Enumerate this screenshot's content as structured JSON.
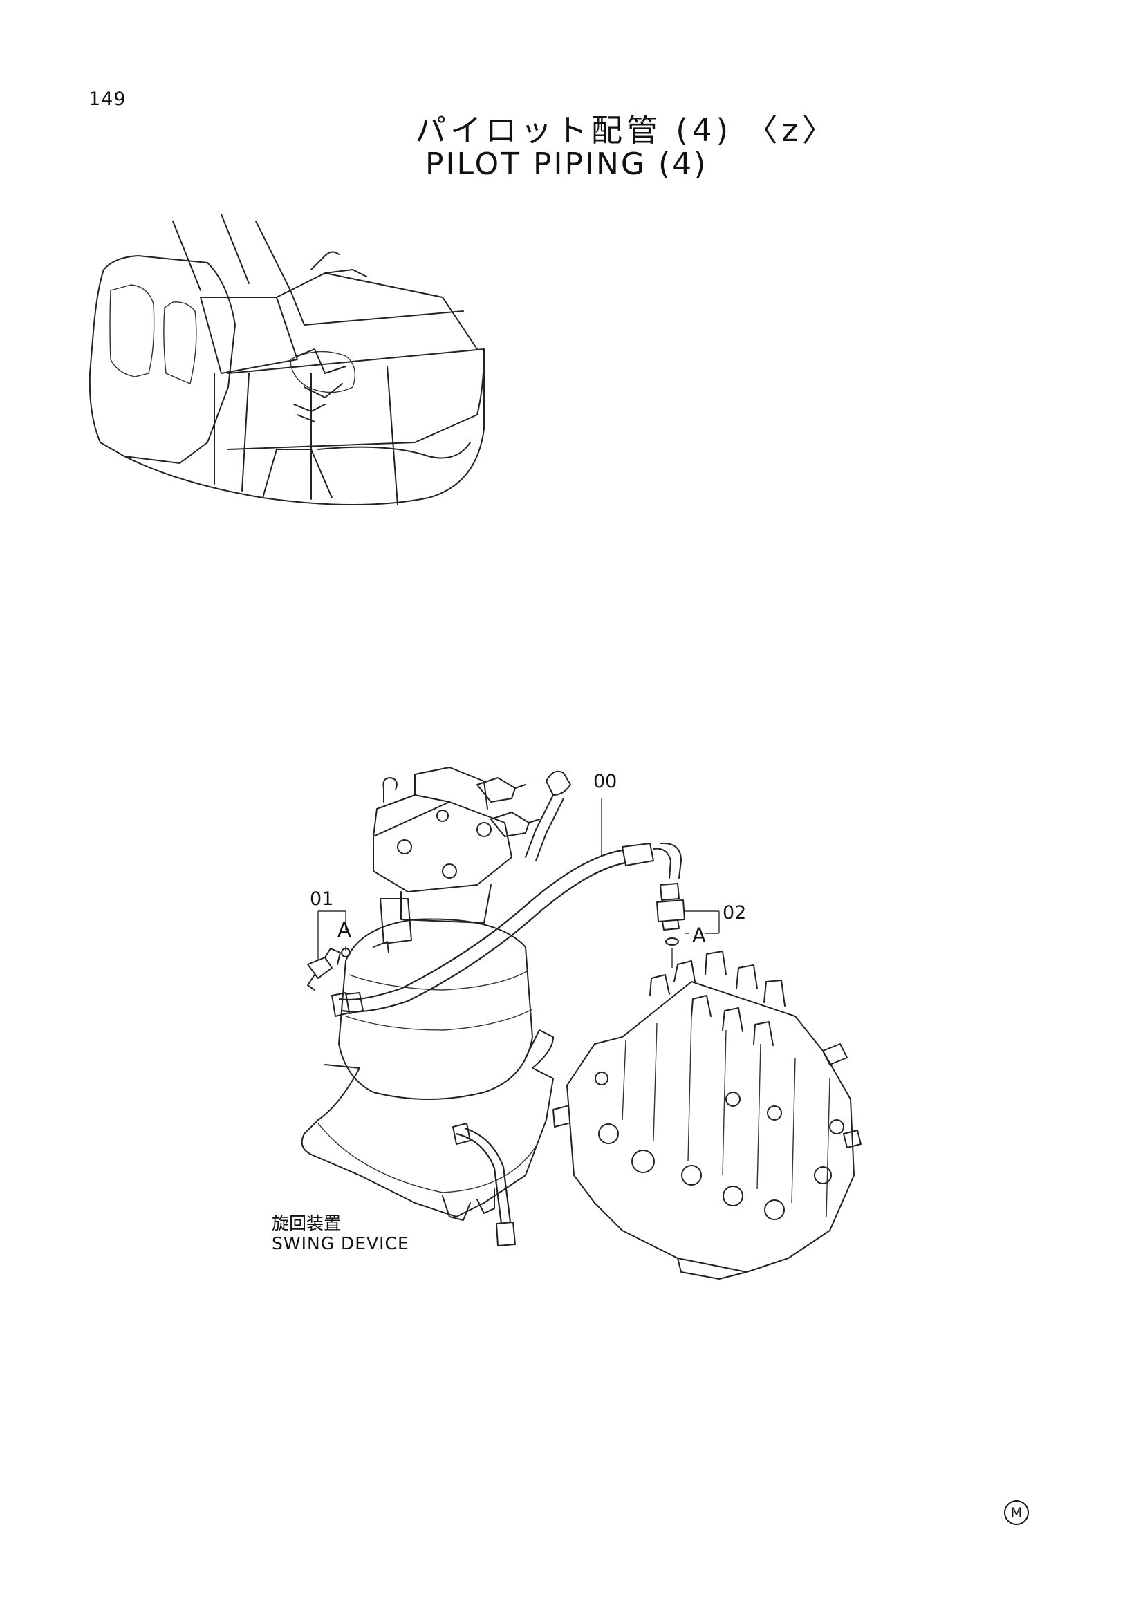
{
  "page": {
    "number": "149",
    "title_jp": "パイロット配管 (4) 〈z〉",
    "title_en": "PILOT PIPING (4)"
  },
  "callouts": {
    "hose": "00",
    "elbow": "01",
    "adapter": "02",
    "port_a_left": "A",
    "port_a_right": "A"
  },
  "labels": {
    "swing_device_jp": "旋回装置",
    "swing_device_en": "SWING DEVICE"
  },
  "mark": "M",
  "colors": {
    "ink": "#222222",
    "paper": "#ffffff"
  }
}
